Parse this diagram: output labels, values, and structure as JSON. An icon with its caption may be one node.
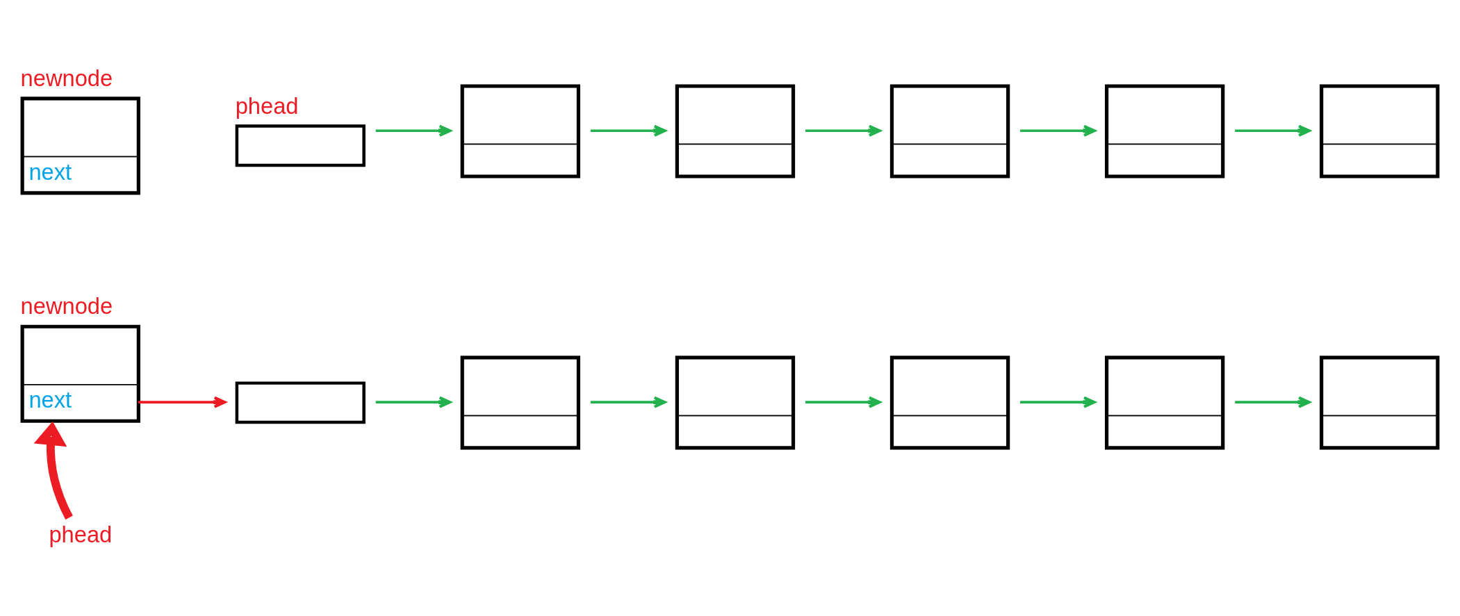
{
  "diagram": {
    "nodes": [
      {
        "text": [
          "newnode",
          "next"
        ]
      },
      {
        "text": [
          "phead"
        ]
      },
      {
        "text": [],
        "shape": "box"
      },
      {
        "text": [],
        "shape": "box"
      },
      {
        "text": [],
        "shape": "box"
      },
      {
        "text": [],
        "shape": "box"
      },
      {
        "text": [],
        "shape": "box"
      },
      {
        "text": [
          "newnode",
          "next"
        ]
      },
      {
        "text": [],
        "shape": "box"
      },
      {
        "text": [],
        "shape": "box"
      },
      {
        "text": [],
        "shape": "box"
      },
      {
        "text": [],
        "shape": "box"
      },
      {
        "text": [],
        "shape": "box"
      },
      {
        "text": [],
        "shape": "box"
      },
      {
        "text": [
          "phead"
        ]
      }
    ],
    "edges": [
      {
        "from": 1,
        "to": 2,
        "arrow": "to"
      },
      {
        "from": 2,
        "to": 3,
        "arrow": "to"
      },
      {
        "from": 3,
        "to": 4,
        "arrow": "to"
      },
      {
        "from": 4,
        "to": 5,
        "arrow": "to"
      },
      {
        "from": 5,
        "to": 6,
        "arrow": "to"
      },
      {
        "from": 7,
        "to": 8,
        "arrow": "to",
        "color": "#ed1c24"
      },
      {
        "from": 8,
        "to": 9,
        "arrow": "to"
      },
      {
        "from": 9,
        "to": 10,
        "arrow": "to"
      },
      {
        "from": 10,
        "to": 11,
        "arrow": "to"
      },
      {
        "from": 11,
        "to": 12,
        "arrow": "to"
      },
      {
        "from": 12,
        "to": 13,
        "arrow": "to"
      },
      {
        "from": 14,
        "to": 7,
        "arrow": "to",
        "style": "thick",
        "color": "#ed1c24"
      }
    ]
  }
}
